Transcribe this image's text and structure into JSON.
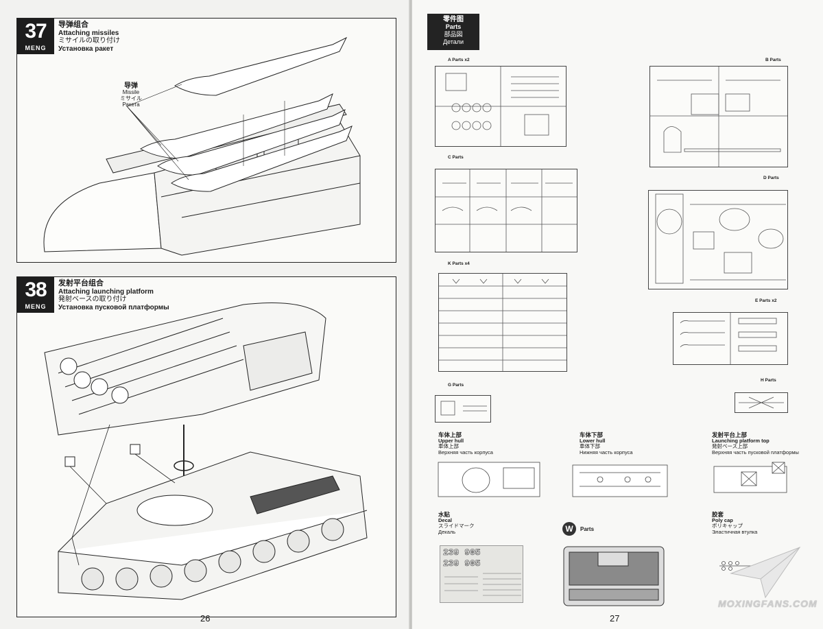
{
  "left_page": {
    "page_number": "26",
    "steps": [
      {
        "number": "37",
        "brand": "MENG",
        "title_zh": "导弹组合",
        "title_en": "Attaching missiles",
        "title_ja": "ミサイルの取り付け",
        "title_ru": "Установка ракет",
        "callout": {
          "zh": "导弹",
          "en": "Missile",
          "ja": "ミサイル",
          "ru": "Ракета"
        }
      },
      {
        "number": "38",
        "brand": "MENG",
        "title_zh": "发射平台组合",
        "title_en": "Attaching launching platform",
        "title_ja": "発射ベースの取り付け",
        "title_ru": "Установка пусковой платформы"
      }
    ]
  },
  "right_page": {
    "page_number": "27",
    "header": {
      "zh": "零件图",
      "en": "Parts",
      "ja": "部品図",
      "ru": "Детали"
    },
    "sprues": {
      "a": "A Parts x2",
      "b": "B Parts",
      "c": "C Parts",
      "d": "D Parts",
      "k": "K Parts x4",
      "e": "E Parts x2",
      "g": "G Parts",
      "h": "H Parts"
    },
    "assemblies": [
      {
        "zh": "车体上部",
        "en": "Upper hull",
        "ja": "車体上部",
        "ru": "Верхняя часть корпуса"
      },
      {
        "zh": "车体下部",
        "en": "Lower hull",
        "ja": "車体下部",
        "ru": "Нижняя часть корпуса"
      },
      {
        "zh": "发射平台上部",
        "en": "Launching platform top",
        "ja": "発射ベース上部",
        "ru": "Верхняя часть пусковой платформы"
      }
    ],
    "decal": {
      "zh": "水贴",
      "en": "Decal",
      "ja": "スライドマーク",
      "ru": "Декаль",
      "marking_a": "239 905",
      "marking_b": "239 905"
    },
    "w_parts": {
      "badge": "W",
      "label": "Parts"
    },
    "poly_cap": {
      "zh": "胶套",
      "en": "Poly cap",
      "ja": "ポリキャップ",
      "ru": "Эластичная втулка"
    },
    "watermark": "MOXINGFANS.COM"
  }
}
